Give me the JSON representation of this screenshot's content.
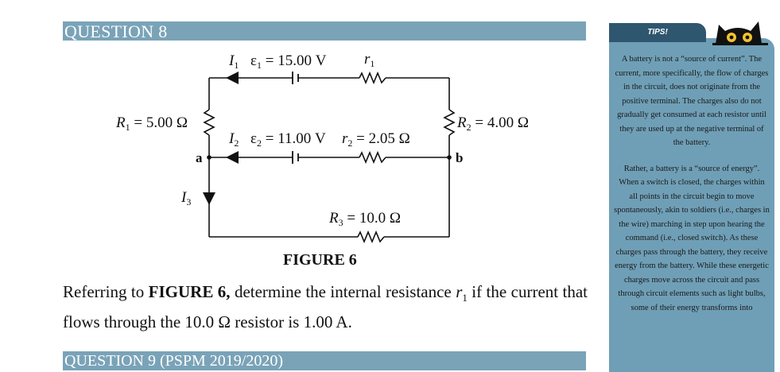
{
  "q8_header": "QUESTION 8",
  "q9_header": "QUESTION 9 (PSPM 2019/2020)",
  "figure": {
    "caption": "FIGURE 6",
    "labels": {
      "I1": "I",
      "I1_sub": "1",
      "emf1": "ε",
      "emf1_sub": "1",
      "emf1_val": " = 15.00 V",
      "r1": "r",
      "r1_sub": "1",
      "R1": "R",
      "R1_sub": "1",
      "R1_val": " = 5.00 Ω",
      "R2": "R",
      "R2_sub": "2",
      "R2_val": " = 4.00 Ω",
      "I2": "I",
      "I2_sub": "2",
      "emf2": "ε",
      "emf2_sub": "2",
      "emf2_val": " = 11.00 V",
      "r2": "r",
      "r2_sub": "2",
      "r2_val": " = 2.05 Ω",
      "node_a": "a",
      "node_b": "b",
      "I3": "I",
      "I3_sub": "3",
      "R3": "R",
      "R3_sub": "3",
      "R3_val": " = 10.0 Ω"
    }
  },
  "question": {
    "part1": "Referring to ",
    "bold": "FIGURE 6,",
    "part2": " determine the internal resistance ",
    "var": "r",
    "var_sub": "1",
    "part3": " if the current that flows through the 10.0 Ω resistor is 1.00 A."
  },
  "tips": {
    "title": "TIPS!",
    "para1": "A battery is not a “source of current”. The current, more specifically, the flow of charges in the circuit, does not originate from the positive terminal. The charges also do not gradually get consumed at each resistor until they are used up at the negative terminal of the battery.",
    "para2": "Rather, a battery is a “source of energy”. When a switch is closed, the charges within all points in the circuit begin to move spontaneously, akin to soldiers (i.e., charges in the wire) marching in step upon hearing the command (i.e., closed switch). As these charges pass through the battery, they receive energy from the battery. While these energetic charges move across the circuit and pass through circuit elements such as light bulbs, some of their energy transforms into"
  }
}
